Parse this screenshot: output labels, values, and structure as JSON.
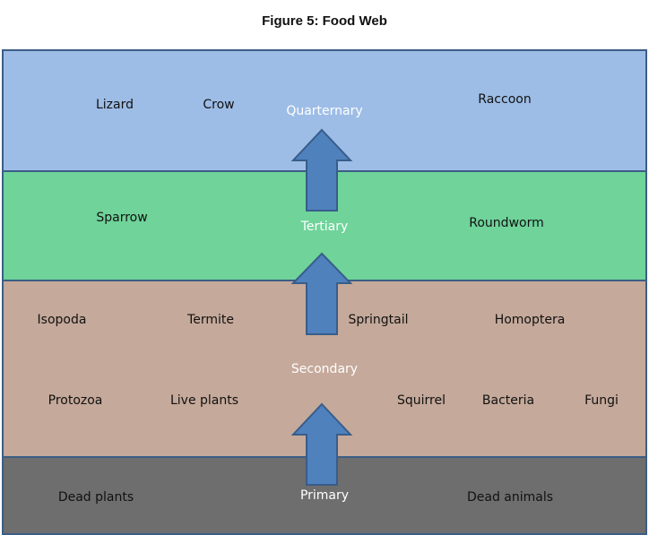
{
  "title": "Figure 5: Food Web",
  "colors": {
    "quaternary_band": "#9dbde6",
    "tertiary_band": "#6fd39a",
    "secondary_band": "#c5a99a",
    "primary_band": "#6e6e6e",
    "arrow_fill": "#4f81bd",
    "arrow_stroke": "#385d8a",
    "border": "#3b5e85"
  },
  "levels": {
    "quaternary": "Quarternary",
    "tertiary": "Tertiary",
    "secondary": "Secondary",
    "primary": "Primary"
  },
  "organisms": {
    "quaternary": [
      "Lizard",
      "Crow",
      "Raccoon"
    ],
    "tertiary": [
      "Sparrow",
      "Roundworm"
    ],
    "secondary_row1": [
      "Isopoda",
      "Termite",
      "Springtail",
      "Homoptera"
    ],
    "secondary_row2": [
      "Protozoa",
      "Live plants",
      "Squirrel",
      "Bacteria",
      "Fungi"
    ],
    "primary": [
      "Dead plants",
      "Dead animals"
    ]
  },
  "arrows": [
    {
      "from": "Primary",
      "to": "Secondary"
    },
    {
      "from": "Secondary",
      "to": "Tertiary"
    },
    {
      "from": "Tertiary",
      "to": "Quarternary"
    }
  ]
}
